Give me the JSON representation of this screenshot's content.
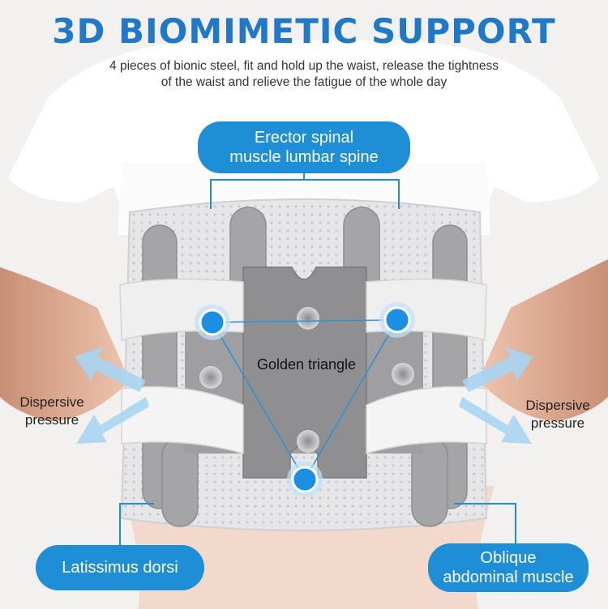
{
  "title": "3D BIOMIMETIC SUPPORT",
  "subtitle_line1": "4 pieces of bionic steel, fit and hold up the waist, release the tightness",
  "subtitle_line2": "of the waist and relieve the fatigue of the whole day",
  "labels": {
    "erector_line1": "Erector spinal",
    "erector_line2": "muscle lumbar spine",
    "golden_triangle": "Golden triangle",
    "dispersive_left_line1": "Dispersive",
    "dispersive_left_line2": "pressure",
    "dispersive_right_line1": "Dispersive",
    "dispersive_right_line2": "pressure",
    "latissimus": "Latissimus dorsi",
    "oblique_line1": "Oblique",
    "oblique_line2": "abdominal muscle"
  },
  "colors": {
    "accent": "#1e8fd6",
    "title": "#1f78c8",
    "belt_mesh": "#e4e4e6",
    "belt_pad": "#a3a3a5",
    "skin": "#e7b9a3",
    "arrow": "#9fd0f0"
  }
}
